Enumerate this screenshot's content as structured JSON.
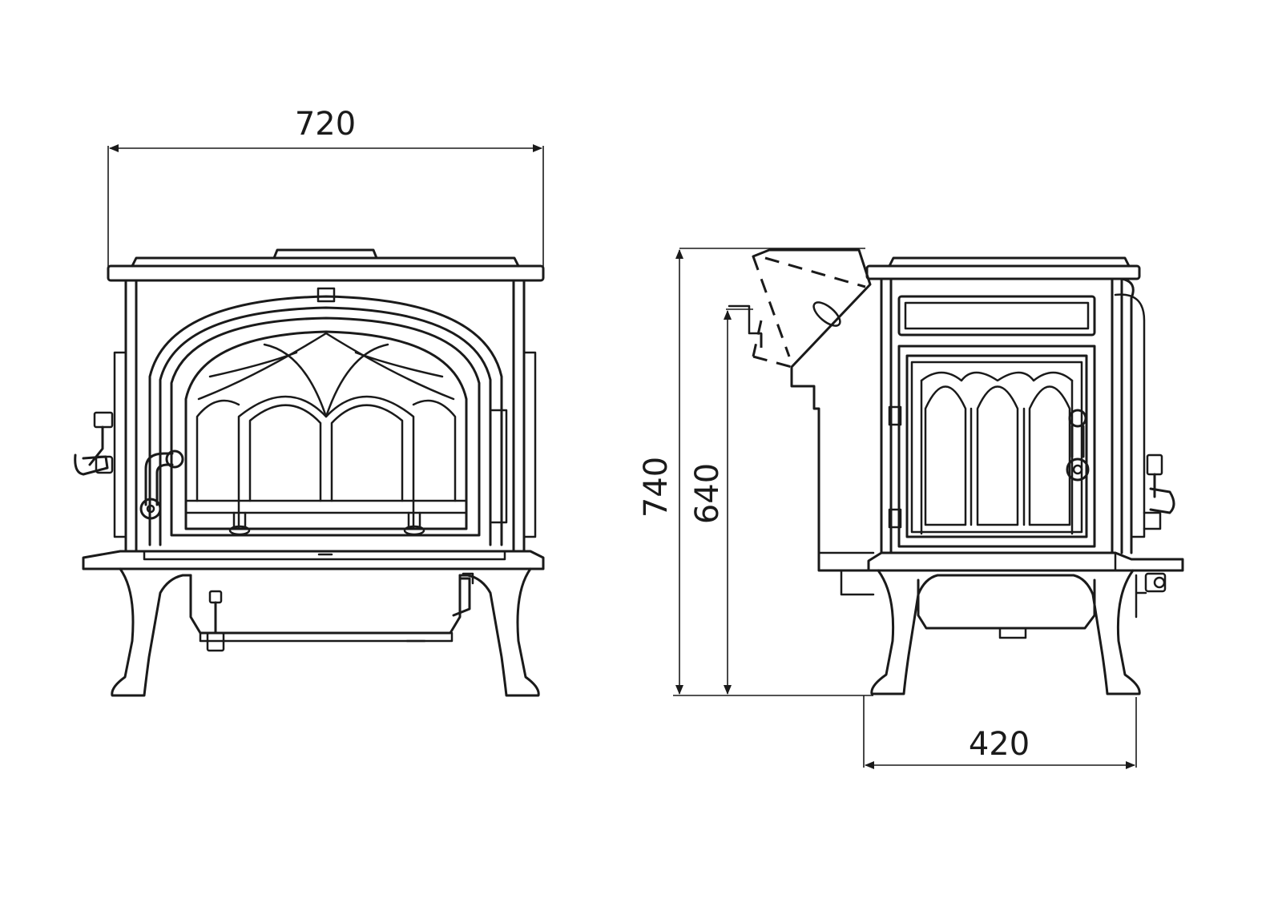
{
  "dimensions": {
    "width_front": "720",
    "height_total": "740",
    "height_flue": "640",
    "depth_side": "420"
  },
  "colors": {
    "line": "#1a1a1a",
    "background": "#ffffff"
  }
}
